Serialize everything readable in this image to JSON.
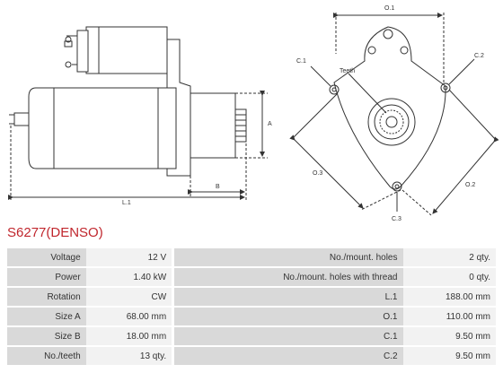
{
  "title": "S6277(DENSO)",
  "diagram": {
    "labels": {
      "o1": "O.1",
      "c1": "C.1",
      "c2": "C.2",
      "teeth": "Teeth",
      "o3": "O.3",
      "o2": "O.2",
      "c3": "C.3",
      "a": "A",
      "b": "B",
      "l1": "L.1"
    }
  },
  "specs": [
    {
      "left_label": "Voltage",
      "left_value": "12 V",
      "right_label": "No./mount. holes",
      "right_value": "2 qty."
    },
    {
      "left_label": "Power",
      "left_value": "1.40 kW",
      "right_label": "No./mount. holes with thread",
      "right_value": "0 qty."
    },
    {
      "left_label": "Rotation",
      "left_value": "CW",
      "right_label": "L.1",
      "right_value": "188.00 mm"
    },
    {
      "left_label": "Size A",
      "left_value": "68.00 mm",
      "right_label": "O.1",
      "right_value": "110.00 mm"
    },
    {
      "left_label": "Size B",
      "left_value": "18.00 mm",
      "right_label": "C.1",
      "right_value": "9.50 mm"
    },
    {
      "left_label": "No./teeth",
      "left_value": "13 qty.",
      "right_label": "C.2",
      "right_value": "9.50 mm"
    }
  ]
}
